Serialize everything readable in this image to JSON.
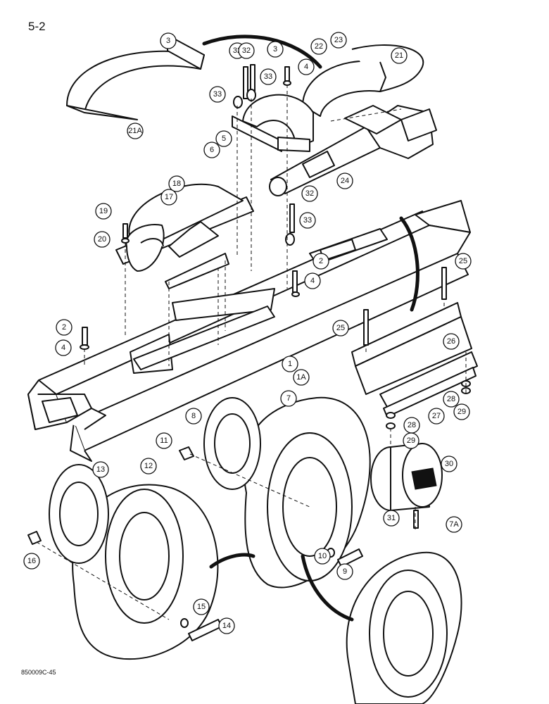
{
  "page": {
    "number": "5-2",
    "drawing_code": "850009C-45"
  },
  "callouts": [
    "1",
    "1A",
    "2",
    "3",
    "4",
    "5",
    "6",
    "7",
    "7A",
    "8",
    "9",
    "10",
    "11",
    "12",
    "13",
    "14",
    "15",
    "16",
    "17",
    "18",
    "19",
    "20",
    "21",
    "21A",
    "22",
    "23",
    "24",
    "25",
    "26",
    "27",
    "28",
    "29",
    "30",
    "31",
    "32",
    "33"
  ]
}
